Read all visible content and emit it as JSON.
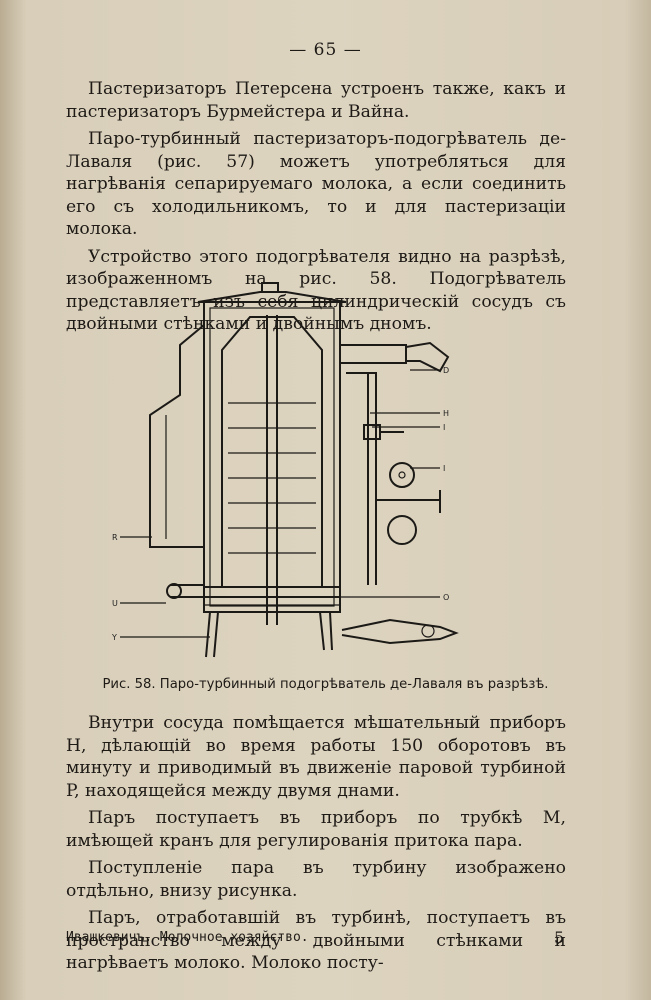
{
  "page_number": "— 65 —",
  "paragraphs_top": [
    "Пастеризаторъ Петерсена устроенъ также, какъ и пастеризаторъ Бурмейстера и Вайна.",
    "Паро-турбинный пастеризаторъ-подогрѣватель де-Лаваля (рис. 57) можетъ употребляться для нагрѣванія сепарируемаго молока, а если соединить его съ холодильникомъ, то и для пастеризаціи молока.",
    "Устройство этого подогрѣвателя видно на разрѣзѣ, изображенномъ на рис. 58. Подогрѣватель представляетъ изъ себя цилиндрическій сосудъ съ двойными стѣнками и двойнымъ дномъ."
  ],
  "figure": {
    "caption": "Рис. 58. Паро-турбинный подогрѣватель де-Лаваля въ разрѣзѣ.",
    "labels": {
      "D": "D",
      "H": "H",
      "I1": "I",
      "I2": "I",
      "R": "R",
      "U": "U",
      "O": "O",
      "Y": "Y"
    }
  },
  "paragraphs_bottom": [
    "Внутри сосуда помѣщается мѣшательный приборъ H, дѣлающій во время работы 150 оборотовъ въ минуту и приводимый въ движеніе паровой турбиной P, находящейся между двумя днами.",
    "Паръ поступаетъ въ приборъ по трубкѣ M, имѣющей кранъ для регулированія притока пара.",
    "Поступленіе пара въ турбину изображено отдѣльно, внизу рисунка.",
    "Паръ, отработавшій въ турбинѣ, поступаетъ въ пространство между двойными стѣнками и нагрѣваетъ молоко. Молоко посту-"
  ],
  "footer": {
    "left": "Ивашкевичъ. Молочное хозяйство.",
    "right": "5"
  }
}
